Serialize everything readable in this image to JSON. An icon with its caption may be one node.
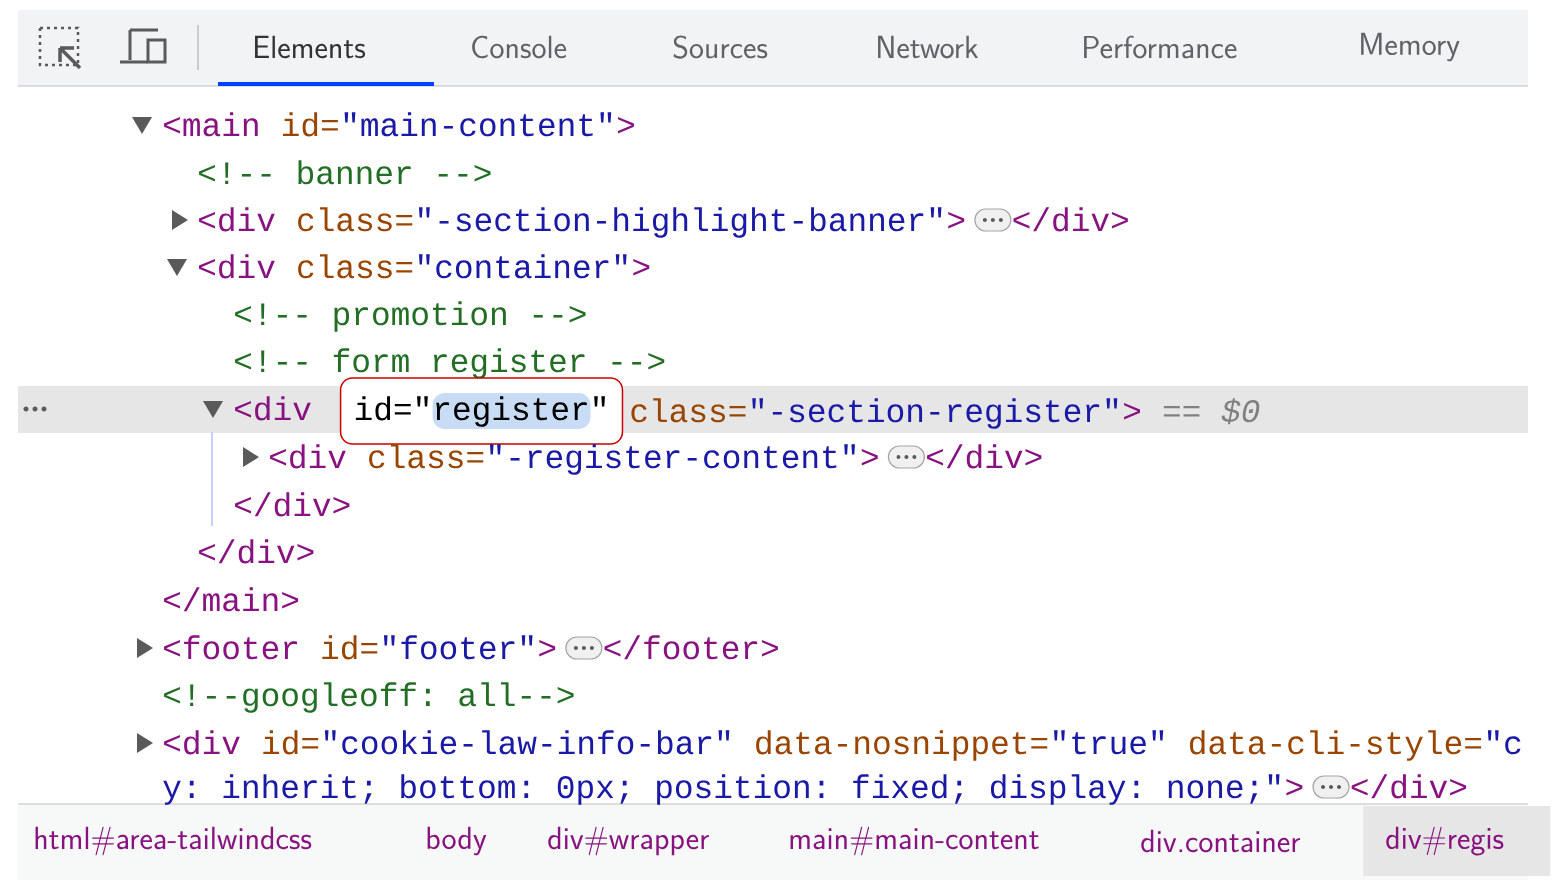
{
  "diagram": {
    "nodes": [
      {
        "text": [
          "id=\"register\""
        ]
      }
    ],
    "labels": [
      "Elements",
      "Console",
      "Sources",
      "Network",
      "Performance",
      "Memory",
      "<main",
      "id=",
      "\"main-content\"",
      ">",
      "<!-- banner -->",
      "<div",
      "class=",
      "\"-section-highlight-banner\"",
      ">",
      "</div>",
      "<div",
      "class=",
      "\"container\"",
      ">",
      "<!-- promotion -->",
      "<!-- form register -->",
      "<div",
      "class=",
      "\"-section-register\"",
      ">",
      "== $0",
      "<div",
      "class=",
      "\"-register-content\"",
      ">",
      "</div>",
      "</div>",
      "</div>",
      "</main>",
      "<footer",
      "id=",
      "\"footer\"",
      ">",
      "</footer>",
      "<!--googleoff: all-->",
      "<div",
      "id=",
      "\"cookie-law-info-bar\"",
      "data-nosnippet=",
      "\"true\"",
      "data-cli-style=",
      "\"c",
      "y: inherit; bottom: 0px; position: fixed; display: none;\"",
      ">",
      "</div>",
      "html#area-tailwindcss",
      "body",
      "div#wrapper",
      "main#main-content",
      "div.container",
      "div#regis"
    ]
  }
}
